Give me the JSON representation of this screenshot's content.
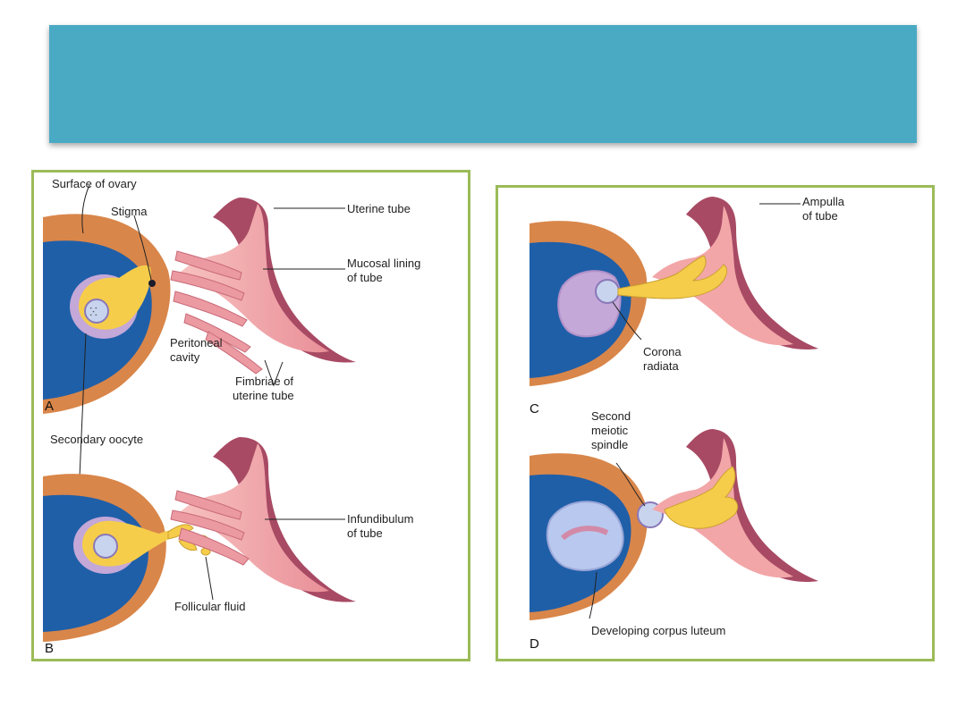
{
  "slide": {
    "title": ""
  },
  "colors": {
    "title_bar": "#4aaac4",
    "panel_border": "#9bbb59",
    "ovary_outer": "#d9864a",
    "ovary_inner": "#1f5fa8",
    "tube_wall": "#a84a64",
    "tube_mucosa": "#f2a6a8",
    "follicle": "#f6cd4a",
    "membrane": "#c4a8d8"
  },
  "left_panel": {
    "label_a": "A",
    "label_b": "B",
    "labels": {
      "surface_of_ovary": "Surface of ovary",
      "stigma": "Stigma",
      "uterine_tube": "Uterine tube",
      "mucosal_lining_1": "Mucosal lining",
      "mucosal_lining_2": "of tube",
      "peritoneal_1": "Peritoneal",
      "peritoneal_2": "cavity",
      "fimbriae_1": "Fimbriae of",
      "fimbriae_2": "uterine tube",
      "secondary_oocyte": "Secondary oocyte",
      "infundibulum_1": "Infundibulum",
      "infundibulum_2": "of tube",
      "follicular_fluid": "Follicular fluid"
    }
  },
  "right_panel": {
    "label_c": "C",
    "label_d": "D",
    "labels": {
      "ampulla_1": "Ampulla",
      "ampulla_2": "of tube",
      "corona_1": "Corona",
      "corona_2": "radiata",
      "second_1": "Second",
      "second_2": "meiotic",
      "second_3": "spindle",
      "corpus_luteum": "Developing corpus luteum"
    }
  }
}
